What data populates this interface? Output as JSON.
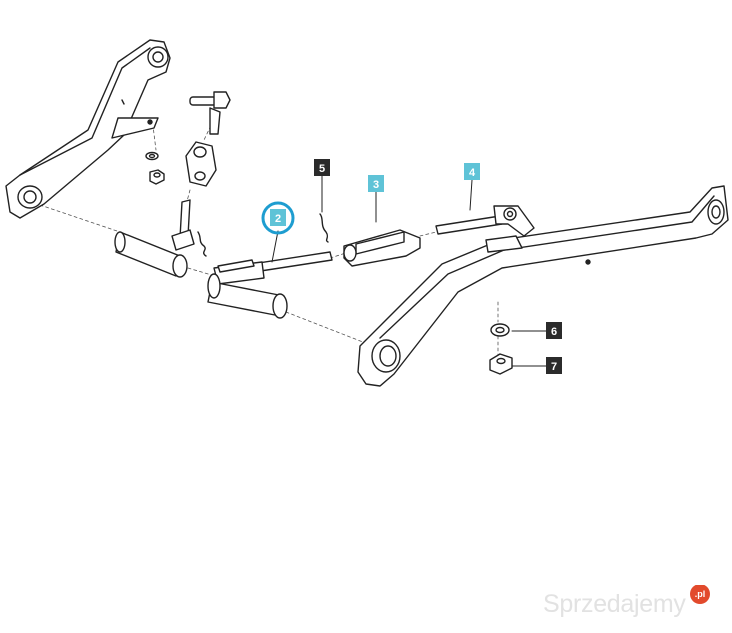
{
  "diagram": {
    "callouts": [
      {
        "id": "2",
        "label": "2",
        "style": "highlighted-blue"
      },
      {
        "id": "3",
        "label": "3",
        "style": "blue"
      },
      {
        "id": "4",
        "label": "4",
        "style": "blue"
      },
      {
        "id": "5",
        "label": "5",
        "style": "dark"
      },
      {
        "id": "6",
        "label": "6",
        "style": "dark"
      },
      {
        "id": "7",
        "label": "7",
        "style": "dark"
      }
    ],
    "colors": {
      "dark": "#2b2b2b",
      "blue": "#5fc3d7",
      "highlight_ring": "#1e9dd0",
      "line": "#222222",
      "watermark": "#e2e2e2",
      "watermark_dot": "#e24a2c"
    }
  },
  "watermark": {
    "text": "Sprzedajemy",
    "dot_text": ".pl"
  }
}
